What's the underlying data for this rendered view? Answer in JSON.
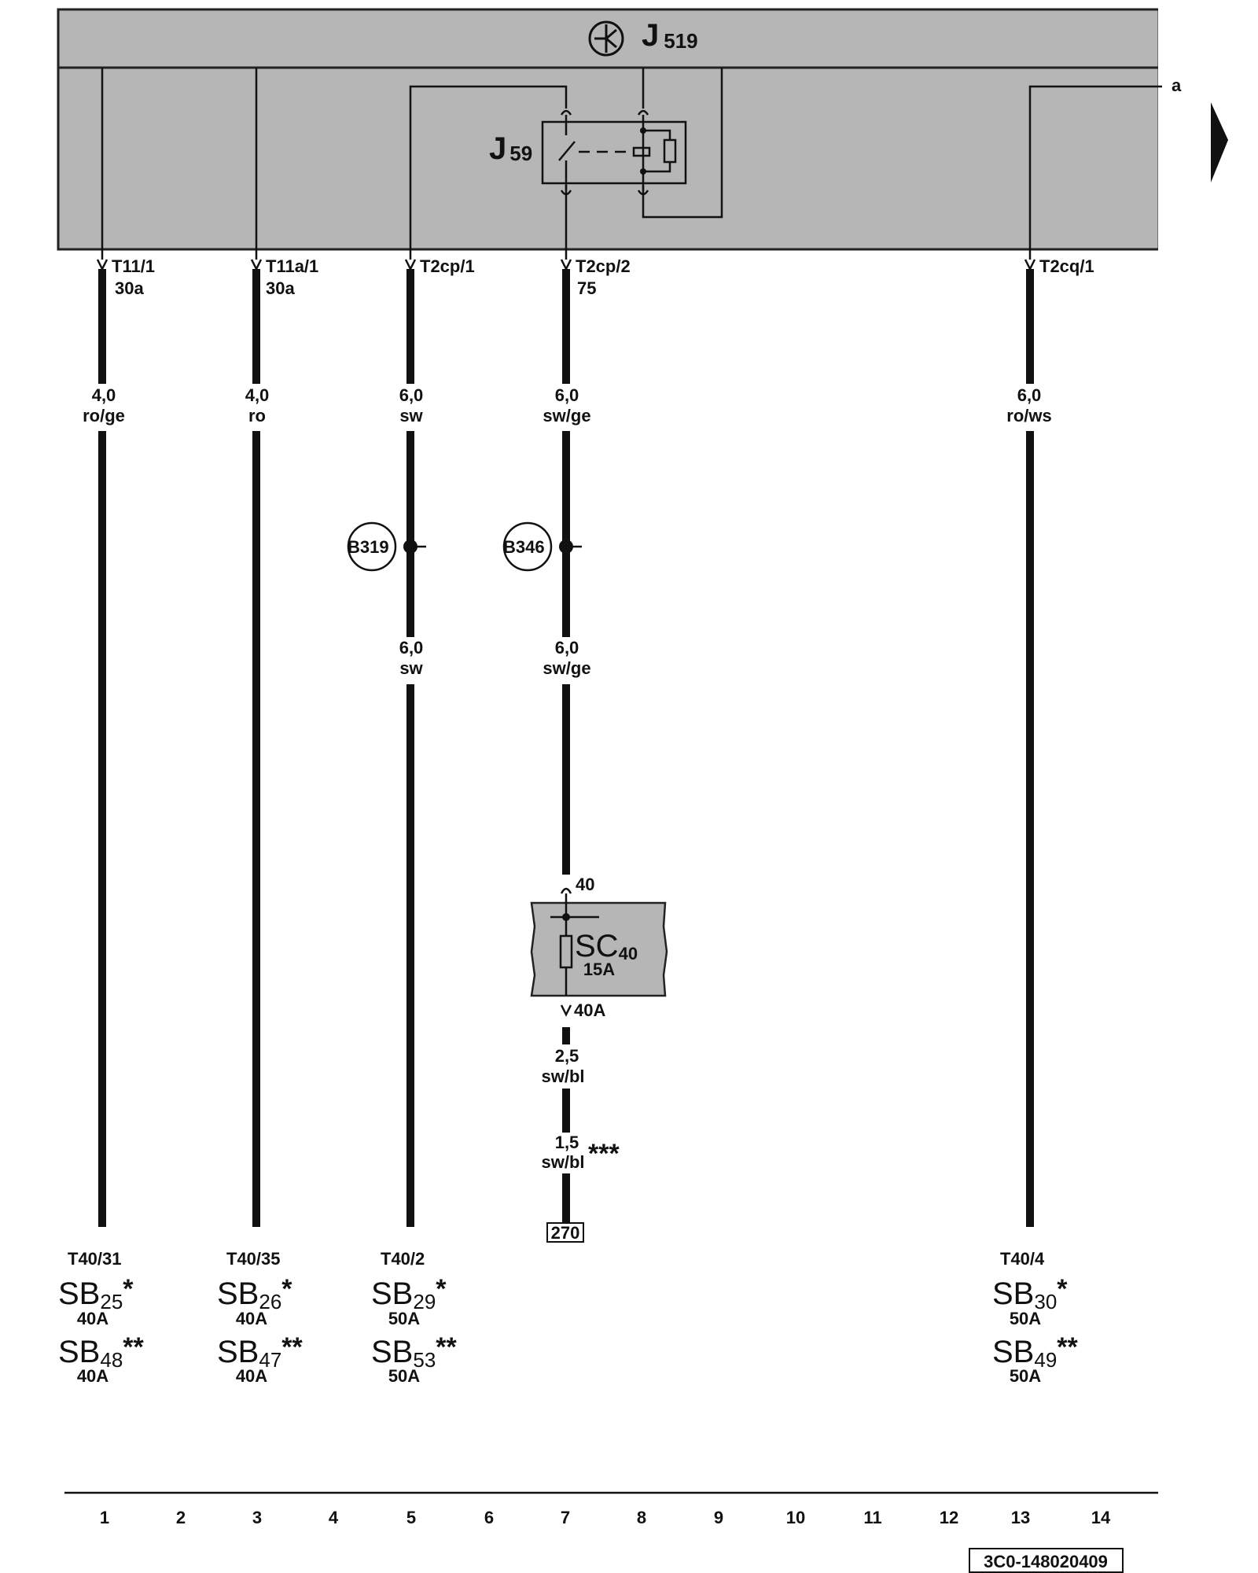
{
  "control_unit": {
    "name": "J",
    "index": "519"
  },
  "relay": {
    "name": "J",
    "index": "59"
  },
  "edge_mark": "a",
  "wires": [
    {
      "pin": "T11/1",
      "terminal": "30a",
      "gauge_top": "4,0",
      "color_top": "ro/ge",
      "pin_bottom": "T40/31",
      "fuses": [
        {
          "name": "SB",
          "index": "25",
          "star": "*",
          "amp": "40A"
        },
        {
          "name": "SB",
          "index": "48",
          "star": "**",
          "amp": "40A"
        }
      ]
    },
    {
      "pin": "T11a/1",
      "terminal": "30a",
      "gauge_top": "4,0",
      "color_top": "ro",
      "pin_bottom": "T40/35",
      "fuses": [
        {
          "name": "SB",
          "index": "26",
          "star": "*",
          "amp": "40A"
        },
        {
          "name": "SB",
          "index": "47",
          "star": "**",
          "amp": "40A"
        }
      ]
    },
    {
      "pin": "T2cp/1",
      "terminal": "",
      "gauge_top": "6,0",
      "color_top": "sw",
      "splice": "B319",
      "gauge_mid": "6,0",
      "color_mid": "sw",
      "pin_bottom": "T40/2",
      "fuses": [
        {
          "name": "SB",
          "index": "29",
          "star": "*",
          "amp": "50A"
        },
        {
          "name": "SB",
          "index": "53",
          "star": "**",
          "amp": "50A"
        }
      ]
    },
    {
      "pin": "T2cp/2",
      "terminal": "75",
      "gauge_top": "6,0",
      "color_top": "sw/ge",
      "splice": "B346",
      "gauge_mid": "6,0",
      "color_mid": "sw/ge",
      "fuse_in_pin": "40",
      "fuse_box": {
        "name": "SC",
        "index": "40",
        "amp": "15A"
      },
      "fuse_out_pin": "40A",
      "gauge_low1": "2,5",
      "color_low1": "sw/bl",
      "gauge_low2": "1,5",
      "color_low2": "sw/bl",
      "low2_note": "***",
      "ref": "270"
    },
    {
      "pin": "T2cq/1",
      "terminal": "",
      "gauge_top": "6,0",
      "color_top": "ro/ws",
      "pin_bottom": "T40/4",
      "fuses": [
        {
          "name": "SB",
          "index": "30",
          "star": "*",
          "amp": "50A"
        },
        {
          "name": "SB",
          "index": "49",
          "star": "**",
          "amp": "50A"
        }
      ]
    }
  ],
  "columns": [
    "1",
    "2",
    "3",
    "4",
    "5",
    "6",
    "7",
    "8",
    "9",
    "10",
    "11",
    "12",
    "13",
    "14"
  ],
  "doc_number": "3C0-148020409"
}
